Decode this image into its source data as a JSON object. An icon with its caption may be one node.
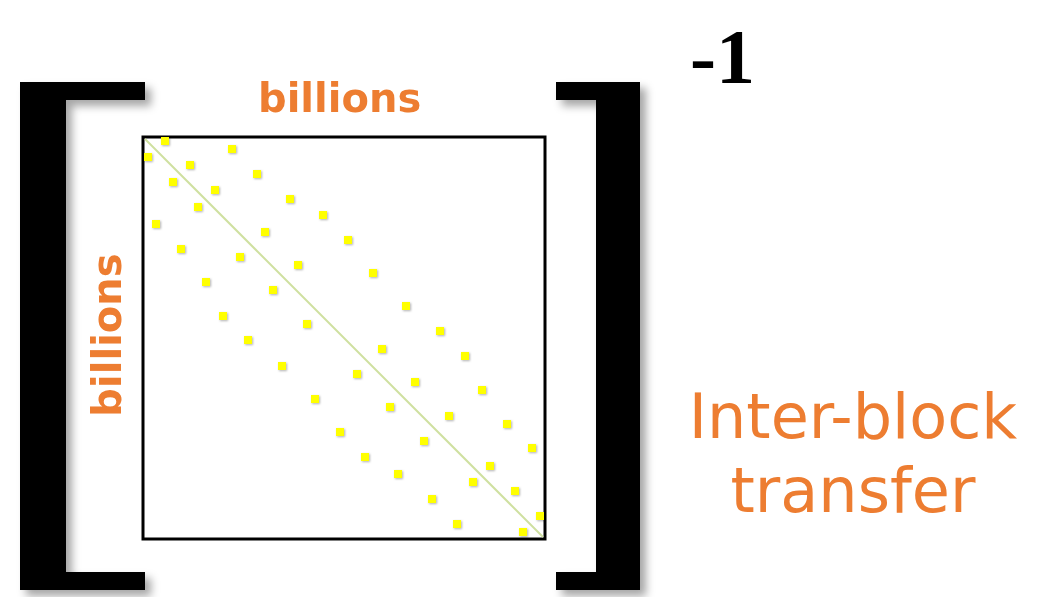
{
  "diagram": {
    "labels": [
      "billions",
      "billions",
      "-1",
      "Inter-block transfer"
    ]
  }
}
